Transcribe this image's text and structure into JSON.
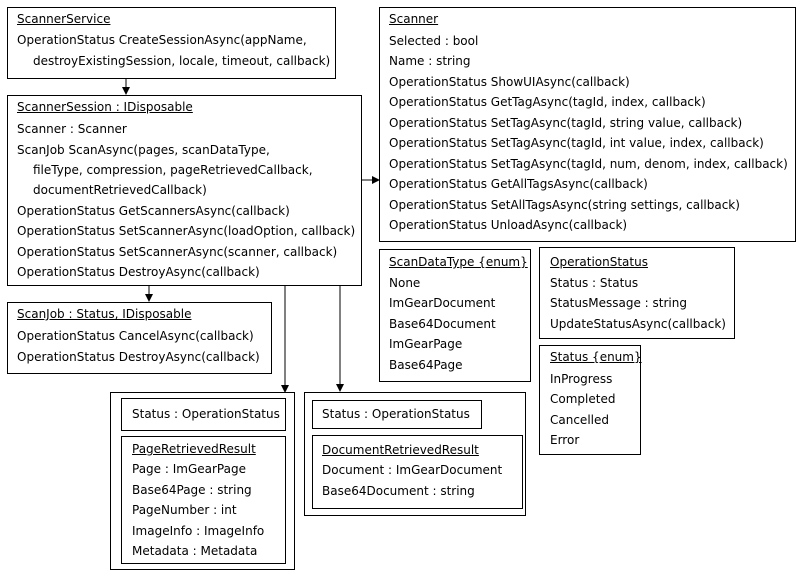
{
  "scanner_service": {
    "title": "ScannerService",
    "lines": [
      "OperationStatus CreateSessionAsync(appName,",
      "destroyExistingSession, locale, timeout, callback)"
    ]
  },
  "scanner_session": {
    "title": "ScannerSession : IDisposable",
    "lines": [
      "Scanner : Scanner",
      "ScanJob ScanAsync(pages, scanDataType,",
      "fileType, compression, pageRetrievedCallback,",
      "documentRetrievedCallback)",
      "OperationStatus GetScannersAsync(callback)",
      "OperationStatus SetScannerAsync(loadOption, callback)",
      "OperationStatus SetScannerAsync(scanner, callback)",
      "OperationStatus DestroyAsync(callback)"
    ]
  },
  "scan_job": {
    "title": "ScanJob : Status, IDisposable",
    "lines": [
      "OperationStatus CancelAsync(callback)",
      "OperationStatus DestroyAsync(callback)"
    ]
  },
  "scanner": {
    "title": "Scanner",
    "lines": [
      "Selected : bool",
      "Name : string",
      "OperationStatus ShowUIAsync(callback)",
      "OperationStatus GetTagAsync(tagId, index, callback)",
      "OperationStatus SetTagAsync(tagId, string value, callback)",
      "OperationStatus SetTagAsync(tagId, int value, index, callback)",
      "OperationStatus SetTagAsync(tagId, num, denom, index, callback)",
      "OperationStatus GetAllTagsAsync(callback)",
      "OperationStatus SetAllTagsAsync(string settings, callback)",
      "OperationStatus UnloadAsync(callback)"
    ]
  },
  "scan_data_type": {
    "title": "ScanDataType {enum}",
    "lines": [
      "None",
      "ImGearDocument",
      "Base64Document",
      "ImGearPage",
      "Base64Page"
    ]
  },
  "operation_status": {
    "title": "OperationStatus",
    "lines": [
      "Status : Status",
      "StatusMessage : string",
      "UpdateStatusAsync(callback)"
    ]
  },
  "status_enum": {
    "title": "Status {enum}",
    "lines": [
      "InProgress",
      "Completed",
      "Cancelled",
      "Error"
    ]
  },
  "page_retrieved": {
    "status_line": "Status : OperationStatus",
    "title": "PageRetrievedResult",
    "lines": [
      "Page : ImGearPage",
      "Base64Page : string",
      "PageNumber : int",
      "ImageInfo : ImageInfo",
      "Metadata : Metadata"
    ]
  },
  "document_retrieved": {
    "status_line": "Status : OperationStatus",
    "title": "DocumentRetrievedResult",
    "lines": [
      "Document : ImGearDocument",
      "Base64Document : string"
    ]
  }
}
